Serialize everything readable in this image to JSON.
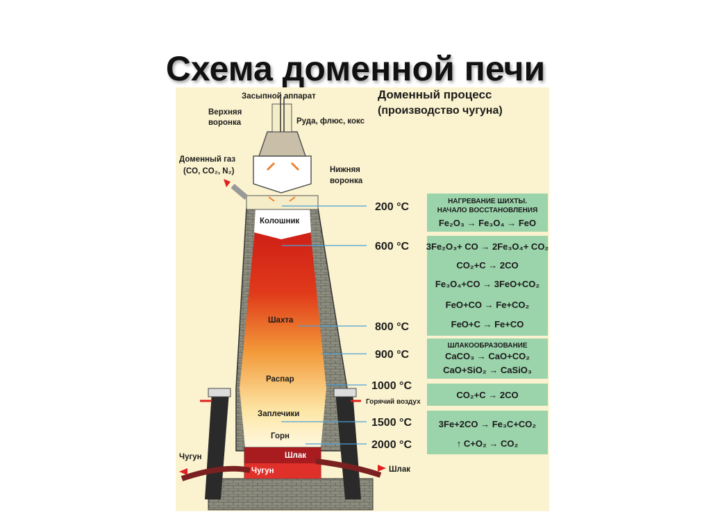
{
  "slide": {
    "title": "Схема доменной печи"
  },
  "diagram": {
    "heading_line1": "Доменный процесс",
    "heading_line2": "(производство чугуна)",
    "labels": {
      "charging_device": "Засыпной аппарат",
      "upper_hopper_1": "Верхняя",
      "upper_hopper_2": "воронка",
      "charge": "Руда, флюс, кокс",
      "furnace_gas": "Доменный газ",
      "furnace_gas_formula": "(CO, CO₂, N₂)",
      "lower_hopper_1": "Нижняя",
      "lower_hopper_2": "воронка",
      "throat": "Колошник",
      "shaft": "Шахта",
      "belly": "Распар",
      "bosh": "Заплечики",
      "hearth": "Горн",
      "slag_inner": "Шлак",
      "iron_inner": "Чугун",
      "iron_out": "Чугун",
      "slag_out": "Шлак",
      "hot_air": "Горячий воздух"
    },
    "temperatures": [
      "200 °C",
      "600 °C",
      "800 °C",
      "900 °C",
      "1000 °C",
      "1500 °C",
      "2000 °C"
    ],
    "boxes": {
      "heating_title_1": "НАГРЕВАНИЕ ШИХТЫ.",
      "heating_title_2": "НАЧАЛО ВОССТАНОВЛЕНИЯ",
      "heating_eq": "Fe₂O₃ → Fe₃O₄ → FeO",
      "reduction": [
        "3Fe₂O₃+ CO → 2Fe₃O₄+ CO₂",
        "CO₂+C → 2CO",
        "Fe₃O₄+CO → 3FeO+CO₂",
        "FeO+CO → Fe+CO₂",
        "FeO+C → Fe+CO"
      ],
      "slag_title": "ШЛАКООБРАЗОВАНИЕ",
      "slag_eq": [
        "CaCO₃ → CaO+CO₂",
        "CaO+SiO₂ → CaSiO₃"
      ],
      "co_eq": "CO₂+C → 2CO",
      "carb_eq": [
        "3Fe+2CO → Fe₃C+CO₂",
        "↑ C+O₂ → CO₂"
      ]
    },
    "colors": {
      "background": "#fbf3cf",
      "box": "#9bd3ab",
      "hot": "#d42020",
      "brick": "#8d8d80"
    }
  }
}
